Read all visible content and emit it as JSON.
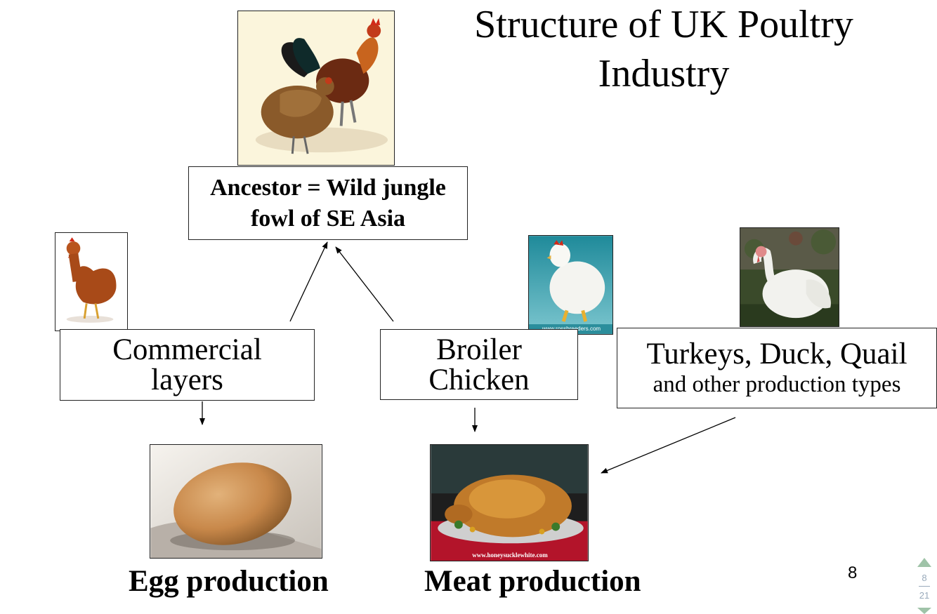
{
  "slide": {
    "title_line1": "Structure of UK Poultry",
    "title_line2": "Industry",
    "ancestor_line1": "Ancestor = Wild jungle",
    "ancestor_line2": "fowl of SE Asia",
    "layers_line1": "Commercial",
    "layers_line2": "layers",
    "broiler_line1": "Broiler",
    "broiler_line2": "Chicken",
    "turkeys_line1": "Turkeys, Duck, Quail",
    "turkeys_line2": "and other production types",
    "egg_label": "Egg production",
    "meat_label": "Meat production",
    "page_number": "8",
    "broiler_photo_caption": "www.rossbreeders.com",
    "meat_photo_caption": "www.honeysucklewhite.com"
  },
  "nav": {
    "current": "8",
    "total": "21"
  },
  "colors": {
    "nav_accent": "#9fc3a8",
    "table_red": "#b3142a"
  }
}
